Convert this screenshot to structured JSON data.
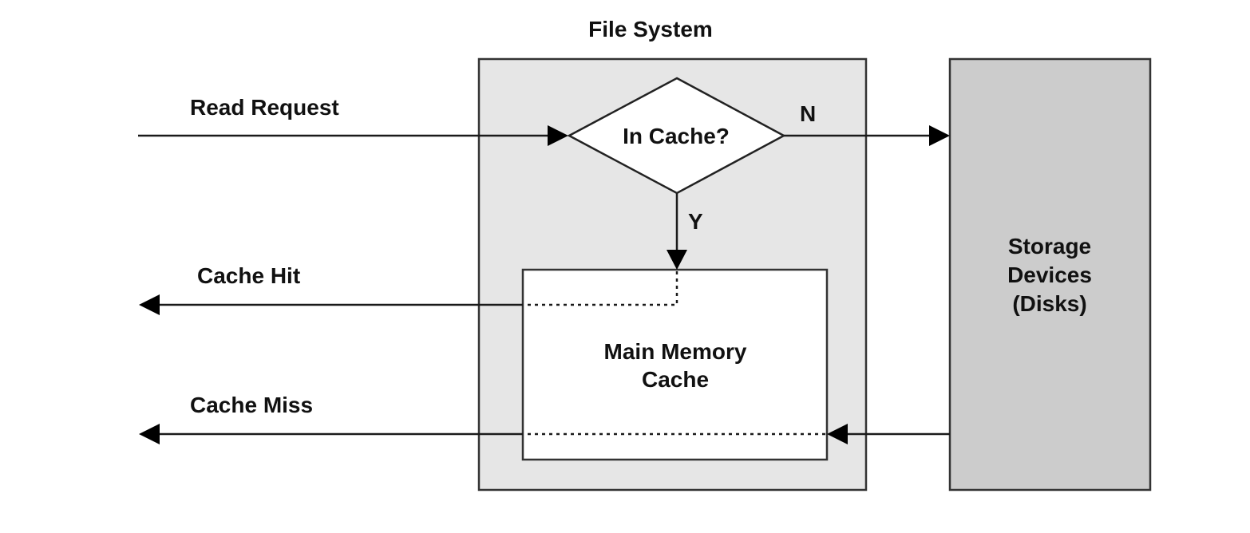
{
  "diagram": {
    "type": "flowchart",
    "title": "File System",
    "colors": {
      "background": "#ffffff",
      "file_system_fill": "#e6e6e6",
      "storage_fill": "#cccccc",
      "cache_fill": "#ffffff",
      "decision_fill": "#ffffff",
      "stroke": "#1a1a1a"
    },
    "nodes": {
      "file_system": {
        "label": "File System"
      },
      "decision": {
        "label": "In Cache?"
      },
      "cache": {
        "label_lines": [
          "Main Memory",
          "Cache"
        ]
      },
      "storage": {
        "label_lines": [
          "Storage",
          "Devices",
          "(Disks)"
        ]
      }
    },
    "edges": {
      "read_request": {
        "label": "Read Request",
        "from": "external",
        "to": "In Cache?"
      },
      "no_branch": {
        "label": "N",
        "from": "In Cache?",
        "to": "Storage Devices (Disks)"
      },
      "yes_branch": {
        "label": "Y",
        "from": "In Cache?",
        "to": "Main Memory Cache"
      },
      "cache_hit": {
        "label": "Cache Hit",
        "from": "Main Memory Cache",
        "to": "external"
      },
      "cache_miss": {
        "label": "Cache Miss",
        "from": "Storage Devices (Disks)",
        "to": "external",
        "via": "Main Memory Cache"
      }
    }
  }
}
